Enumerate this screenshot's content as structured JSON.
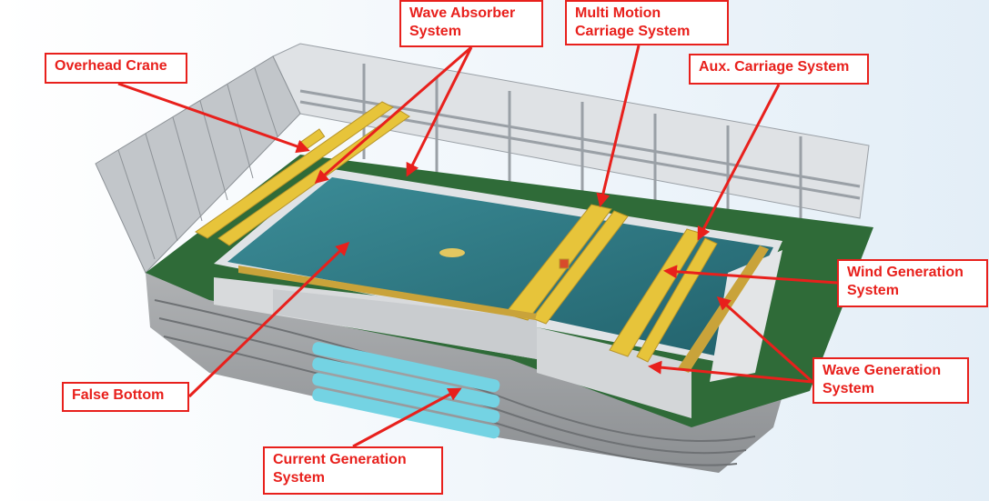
{
  "labels": {
    "wave_absorber": [
      "Wave Absorber",
      "System"
    ],
    "multi_motion": [
      "Multi Motion",
      "Carriage System"
    ],
    "overhead_crane": [
      "Overhead Crane"
    ],
    "aux_carriage": [
      "Aux. Carriage System"
    ],
    "wind_generation": [
      "Wind Generation",
      "System"
    ],
    "wave_generation": [
      "Wave Generation",
      "System"
    ],
    "false_bottom": [
      "False Bottom"
    ],
    "current_generation": [
      "Current Generation",
      "System"
    ]
  },
  "colors": {
    "callout": "#e8201c",
    "water": "#2f7a86",
    "floor": "#2f6b38",
    "carriage": "#e7c43a",
    "building": "#c9cdd1"
  }
}
